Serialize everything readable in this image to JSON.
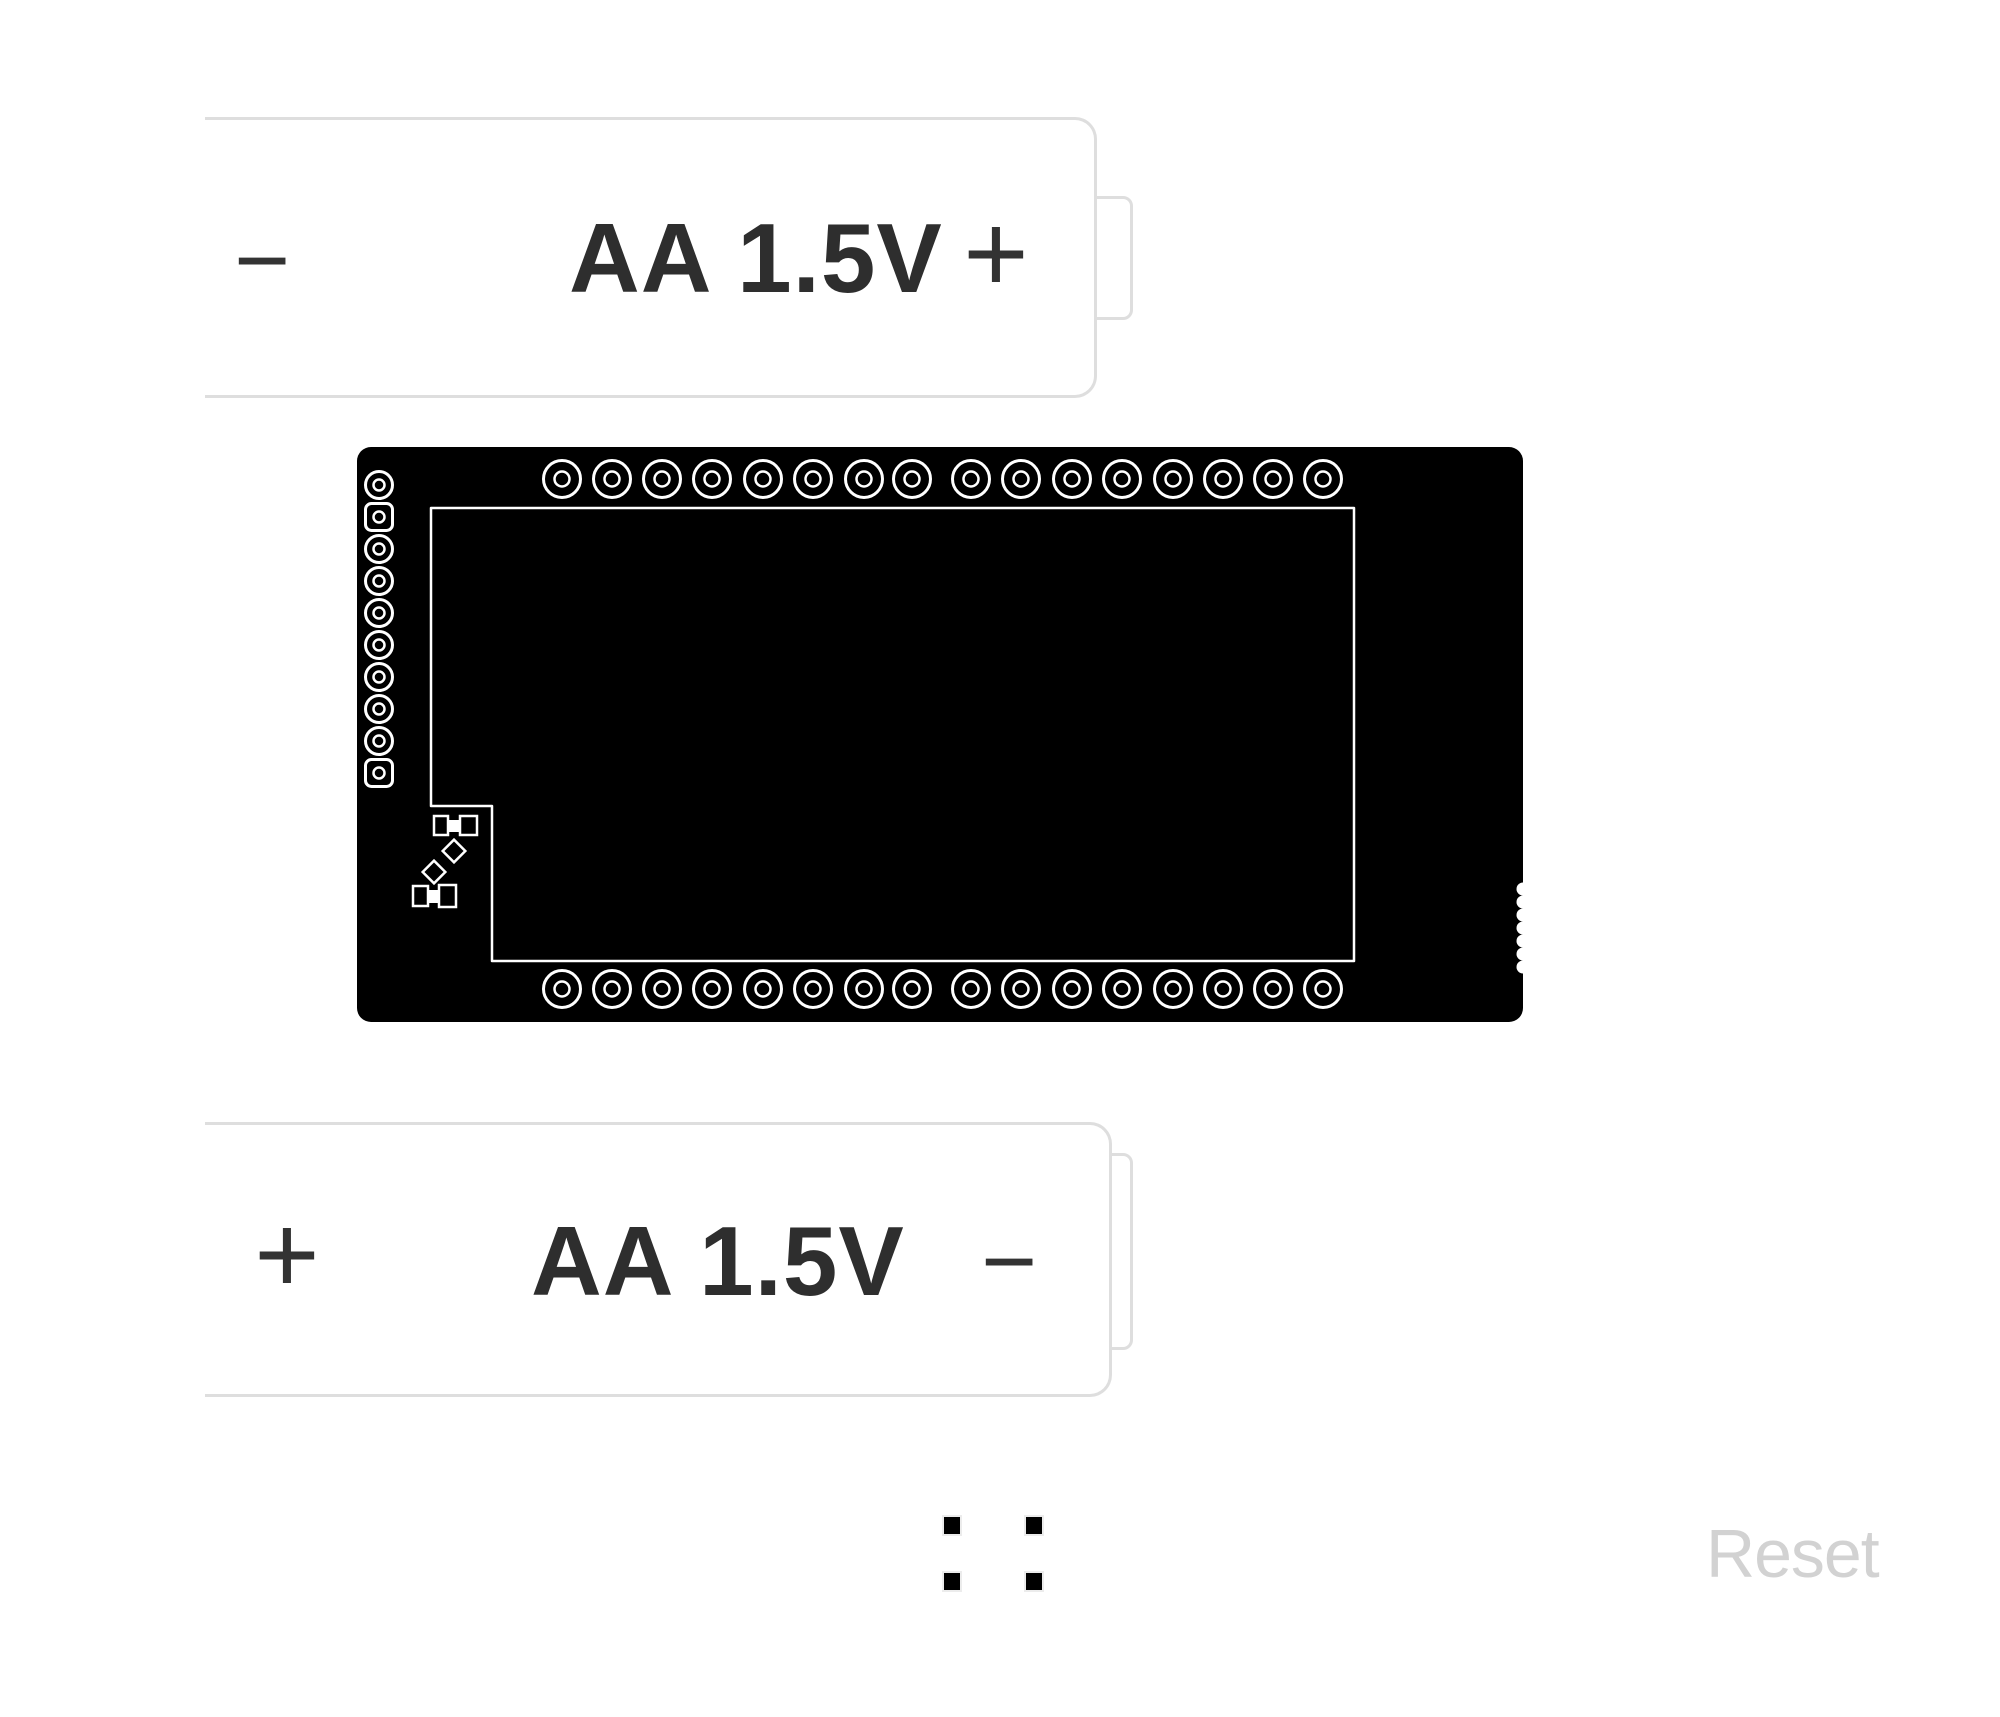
{
  "batteries": [
    {
      "label": "AA 1.5V",
      "left_terminal": "−",
      "right_terminal": "+"
    },
    {
      "label": "AA 1.5V",
      "left_terminal": "+",
      "right_terminal": "−"
    }
  ],
  "board": {
    "top_pin_count": 16,
    "bottom_pin_count": 16,
    "left_pad_types": [
      "circle",
      "square",
      "circle",
      "circle",
      "circle",
      "circle",
      "circle",
      "circle",
      "circle",
      "square"
    ],
    "castellation_count": 7
  },
  "pushbutton_pin_count": 4,
  "reset_label": "Reset",
  "colors": {
    "background": "#ffffff",
    "board_fill": "#000000",
    "board_outline": "#ffffff",
    "battery_border": "#dedede",
    "battery_text": "#2e2e2e",
    "terminal_sign": "#333333",
    "reset_text": "#d2d2d2"
  }
}
